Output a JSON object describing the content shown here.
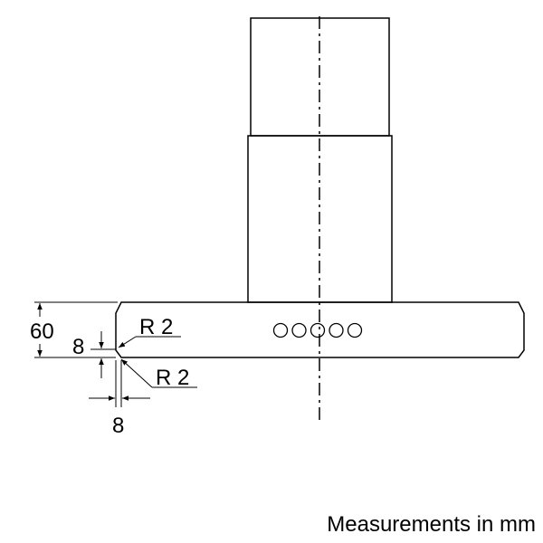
{
  "drawing": {
    "dim_height_total": "60",
    "dim_height_edge": "8",
    "dim_radius_top": "R 2",
    "dim_radius_bottom": "R 2",
    "dim_width_edge": "8",
    "caption": "Measurements in mm",
    "line_color": "#000000",
    "control_buttons": 5
  }
}
